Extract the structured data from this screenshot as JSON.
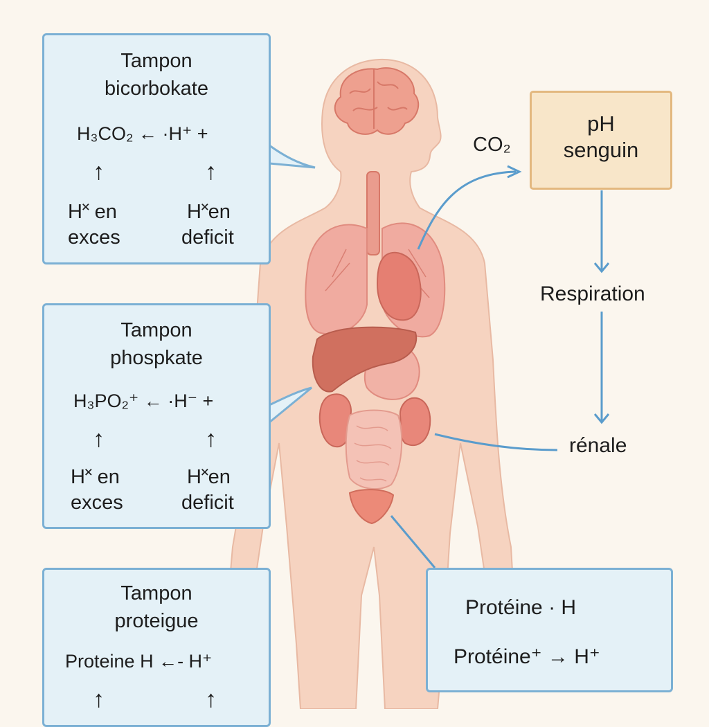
{
  "bicarbonate": {
    "title_l1": "Tampon",
    "title_l2": "bicorbokate",
    "equation": "H₃CO₂ ← ·H⁺  +",
    "left_l1": "H˟ en",
    "left_l2": "exces",
    "right_l1": "H˟en",
    "right_l2": "deficit"
  },
  "phosphate": {
    "title_l1": "Tampon",
    "title_l2": "phospkate",
    "equation": "H₃PO₂⁺ ← ·H⁻  +",
    "left_l1": "H˟ en",
    "left_l2": "exces",
    "right_l1": "H˟en",
    "right_l2": "deficit"
  },
  "proteic": {
    "title_l1": "Tampon",
    "title_l2": "proteigue",
    "equation": "Proteine  H ←- H⁺"
  },
  "protein_right": {
    "line1": "Protéine · H",
    "line2": "Protéine⁺  →  H⁺"
  },
  "ph_box": {
    "line1": "pH",
    "line2": "senguin"
  },
  "labels": {
    "co2": "CO₂",
    "respiration": "Respiration",
    "renale": "rénale"
  },
  "colors": {
    "box_fill": "#e4f1f7",
    "box_border": "#7bb0d4",
    "ph_fill": "#f8e6c9",
    "ph_border": "#e3b87f",
    "skin": "#f6d3c0",
    "organ": "#e88f84",
    "liver": "#cf6f5e",
    "connector": "#5a9ccc"
  }
}
